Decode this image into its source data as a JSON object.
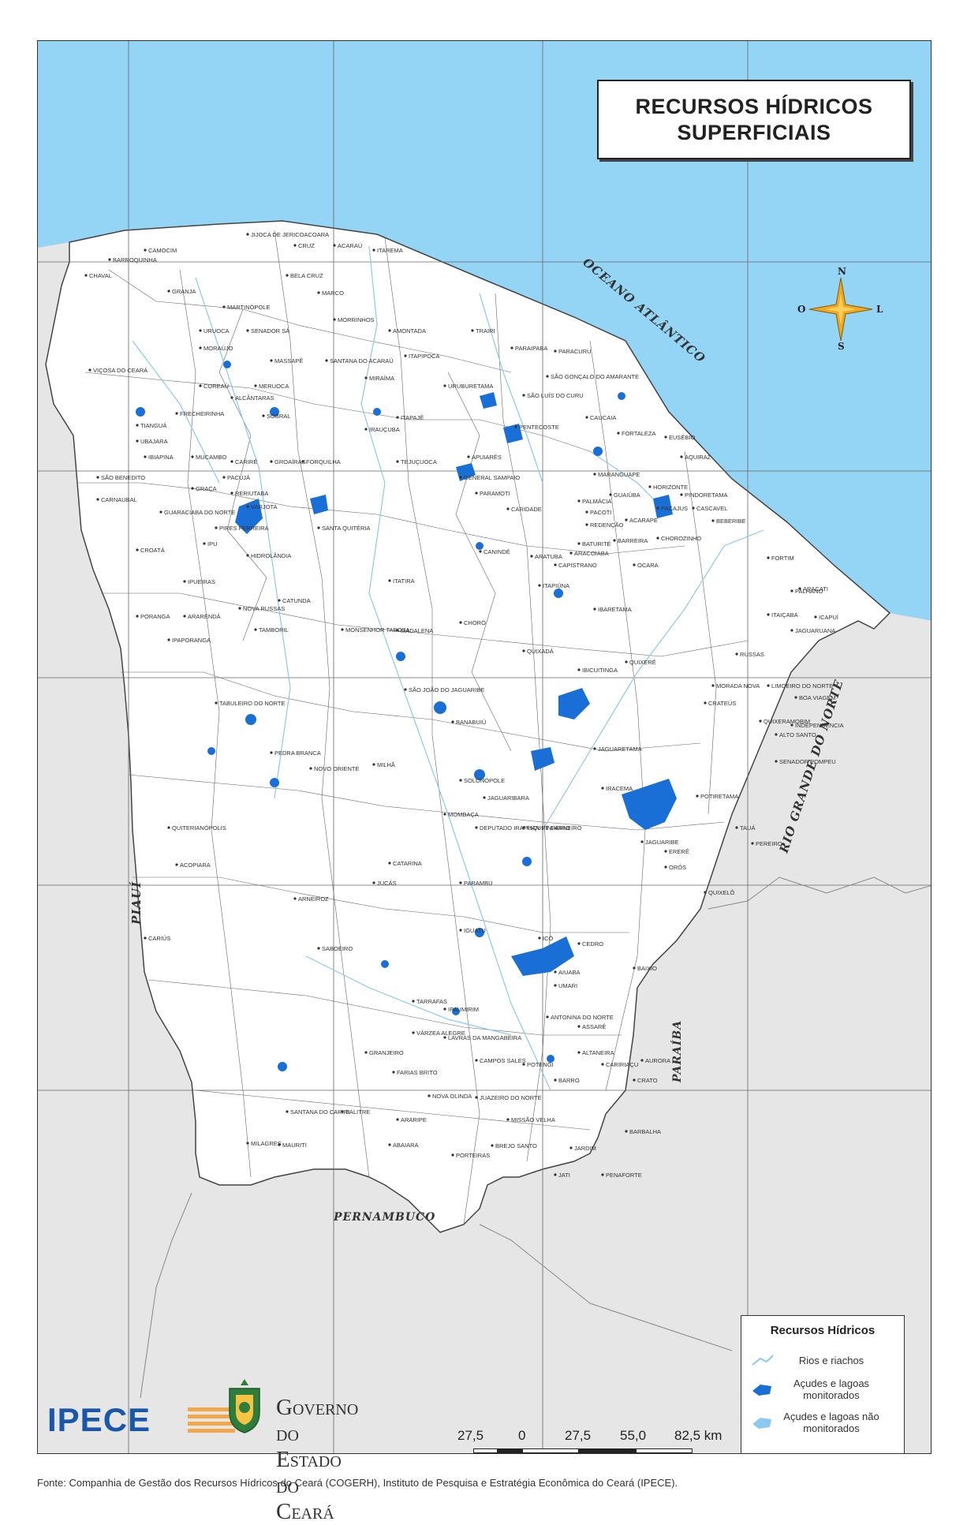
{
  "title": {
    "line1": "RECURSOS HÍDRICOS",
    "line2": "SUPERFICIAIS"
  },
  "compass": {
    "n": "N",
    "s": "S",
    "e": "L",
    "w": "O"
  },
  "regions": {
    "ocean": "OCEANO ATLÂNTICO",
    "piaui": "PIAUÍ",
    "rgn": "RIO GRANDE DO NORTE",
    "paraiba": "PARAÍBA",
    "pernambuco": "PERNAMBUCO"
  },
  "cities": [
    {
      "name": "CAMOCIM"
    },
    {
      "name": "JIJOCA DE JERICOACOARA"
    },
    {
      "name": "CRUZ"
    },
    {
      "name": "ACARAÚ"
    },
    {
      "name": "ITAREMA"
    },
    {
      "name": "BARROQUINHA"
    },
    {
      "name": "CHAVAL"
    },
    {
      "name": "BELA CRUZ"
    },
    {
      "name": "GRANJA"
    },
    {
      "name": "MARCO"
    },
    {
      "name": "MARTINÓPOLE"
    },
    {
      "name": "MORRINHOS"
    },
    {
      "name": "URUOCA"
    },
    {
      "name": "SENADOR SÁ"
    },
    {
      "name": "AMONTADA"
    },
    {
      "name": "TRAIRI"
    },
    {
      "name": "MORAÚJO"
    },
    {
      "name": "MASSAPÊ"
    },
    {
      "name": "SANTANA DO ACARAÚ"
    },
    {
      "name": "ITAPIPOCA"
    },
    {
      "name": "PARAIPABA"
    },
    {
      "name": "PARACURU"
    },
    {
      "name": "VIÇOSA DO CEARÁ"
    },
    {
      "name": "COREAÚ"
    },
    {
      "name": "MERUOCA"
    },
    {
      "name": "ALCÂNTARAS"
    },
    {
      "name": "MIRAÍMA"
    },
    {
      "name": "SÃO GONÇALO DO AMARANTE"
    },
    {
      "name": "SÃO LUÍS DO CURU"
    },
    {
      "name": "PENTECOSTE"
    },
    {
      "name": "CAUCAIA"
    },
    {
      "name": "FORTALEZA"
    },
    {
      "name": "TIANGUÁ"
    },
    {
      "name": "FRECHEIRINHA"
    },
    {
      "name": "SOBRAL"
    },
    {
      "name": "ITAPAJÉ"
    },
    {
      "name": "IRAUÇUBA"
    },
    {
      "name": "URUBURETAMA"
    },
    {
      "name": "UBAJARA"
    },
    {
      "name": "IBIAPINA"
    },
    {
      "name": "MUCAMBO"
    },
    {
      "name": "CARIRÉ"
    },
    {
      "name": "GROAÍRAS"
    },
    {
      "name": "FORQUILHA"
    },
    {
      "name": "TEJUÇUOCA"
    },
    {
      "name": "APUIARÉS"
    },
    {
      "name": "MARANGUAPE"
    },
    {
      "name": "EUSÉBIO"
    },
    {
      "name": "AQUIRAZ"
    },
    {
      "name": "SÃO BENEDITO"
    },
    {
      "name": "GRAÇA"
    },
    {
      "name": "PACUJÁ"
    },
    {
      "name": "RERIUTABA"
    },
    {
      "name": "GENERAL SAMPAIO"
    },
    {
      "name": "PARAMOTI"
    },
    {
      "name": "PALMÁCIA"
    },
    {
      "name": "GUAIÚBA"
    },
    {
      "name": "HORIZONTE"
    },
    {
      "name": "PINDORETAMA"
    },
    {
      "name": "CARNAUBAL"
    },
    {
      "name": "GUARACIABA DO NORTE"
    },
    {
      "name": "VARJOTA"
    },
    {
      "name": "PIRES FERREIRA"
    },
    {
      "name": "IPU"
    },
    {
      "name": "SANTA QUITÉRIA"
    },
    {
      "name": "CARIDADE"
    },
    {
      "name": "PACOTI"
    },
    {
      "name": "REDENÇÃO"
    },
    {
      "name": "ACARAPE"
    },
    {
      "name": "PACAJUS"
    },
    {
      "name": "CASCAVEL"
    },
    {
      "name": "BEBERIBE"
    },
    {
      "name": "BARREIRA"
    },
    {
      "name": "CHOROZINHO"
    },
    {
      "name": "CROATÁ"
    },
    {
      "name": "HIDROLÂNDIA"
    },
    {
      "name": "CANINDÉ"
    },
    {
      "name": "ARATUBA"
    },
    {
      "name": "ARACOIABA"
    },
    {
      "name": "BATURITÉ"
    },
    {
      "name": "CAPISTRANO"
    },
    {
      "name": "OCARA"
    },
    {
      "name": "FORTIM"
    },
    {
      "name": "IPUEIRAS"
    },
    {
      "name": "ITATIRA"
    },
    {
      "name": "ITAPIÚNA"
    },
    {
      "name": "ARACATI"
    },
    {
      "name": "CATUNDA"
    },
    {
      "name": "PORANGA"
    },
    {
      "name": "ARARENDÁ"
    },
    {
      "name": "NOVA RUSSAS"
    },
    {
      "name": "IBARETAMA"
    },
    {
      "name": "ICAPUÍ"
    },
    {
      "name": "ITAIÇABA"
    },
    {
      "name": "PALHANO"
    },
    {
      "name": "TAMBORIL"
    },
    {
      "name": "MONSENHOR TABOSA"
    },
    {
      "name": "MADALENA"
    },
    {
      "name": "CHORÓ"
    },
    {
      "name": "JAGUARUANA"
    },
    {
      "name": "IPAPORANGA"
    },
    {
      "name": "QUIXADÁ"
    },
    {
      "name": "RUSSAS"
    },
    {
      "name": "IBICUITINGA"
    },
    {
      "name": "QUIXERÉ"
    },
    {
      "name": "MORADA NOVA"
    },
    {
      "name": "LIMOEIRO DO NORTE"
    },
    {
      "name": "BOA VIAGEM"
    },
    {
      "name": "CRATEÚS"
    },
    {
      "name": "QUIXERAMOBIM"
    },
    {
      "name": "SÃO JOÃO DO JAGUARIBE"
    },
    {
      "name": "TABULEIRO DO NORTE"
    },
    {
      "name": "BANABUIÚ"
    },
    {
      "name": "INDEPENDÊNCIA"
    },
    {
      "name": "ALTO SANTO"
    },
    {
      "name": "PEDRA BRANCA"
    },
    {
      "name": "JAGUARETAMA"
    },
    {
      "name": "NOVO ORIENTE"
    },
    {
      "name": "SENADOR POMPEU"
    },
    {
      "name": "MILHÃ"
    },
    {
      "name": "SOLONÓPOLE"
    },
    {
      "name": "JAGUARIBARA"
    },
    {
      "name": "IRACEMA"
    },
    {
      "name": "POTIRETAMA"
    },
    {
      "name": "QUITERIANÓPOLIS"
    },
    {
      "name": "MOMBAÇA"
    },
    {
      "name": "DEPUTADO IRAPUAN PINHEIRO"
    },
    {
      "name": "PIQUET CARNEIRO"
    },
    {
      "name": "JAGUARIBE"
    },
    {
      "name": "ERERÊ"
    },
    {
      "name": "TAUÁ"
    },
    {
      "name": "PEREIRO"
    },
    {
      "name": "ACOPIARA"
    },
    {
      "name": "CATARINA"
    },
    {
      "name": "PARAMBU"
    },
    {
      "name": "ORÓS"
    },
    {
      "name": "QUIXELÔ"
    },
    {
      "name": "ARNEIROZ"
    },
    {
      "name": "IGUATU"
    },
    {
      "name": "ICÓ"
    },
    {
      "name": "JUCÁS"
    },
    {
      "name": "CARIÚS"
    },
    {
      "name": "CEDRO"
    },
    {
      "name": "SABOEIRO"
    },
    {
      "name": "AIUABA"
    },
    {
      "name": "UMARI"
    },
    {
      "name": "BAIXIO"
    },
    {
      "name": "TARRAFAS"
    },
    {
      "name": "IPAUMIRIM"
    },
    {
      "name": "ANTONINA DO NORTE"
    },
    {
      "name": "VÁRZEA ALEGRE"
    },
    {
      "name": "LAVRAS DA MANGABEIRA"
    },
    {
      "name": "ASSARÉ"
    },
    {
      "name": "GRANJEIRO"
    },
    {
      "name": "FARIAS BRITO"
    },
    {
      "name": "ALTANEIRA"
    },
    {
      "name": "CARIRIAÇU"
    },
    {
      "name": "AURORA"
    },
    {
      "name": "CAMPOS SALES"
    },
    {
      "name": "POTENGI"
    },
    {
      "name": "NOVA OLINDA"
    },
    {
      "name": "JUAZEIRO DO NORTE"
    },
    {
      "name": "BARRO"
    },
    {
      "name": "CRATO"
    },
    {
      "name": "SANTANA DO CARIRI"
    },
    {
      "name": "SALITRE"
    },
    {
      "name": "ARARIPE"
    },
    {
      "name": "MISSÃO VELHA"
    },
    {
      "name": "BARBALHA"
    },
    {
      "name": "MILAGRES"
    },
    {
      "name": "MAURITI"
    },
    {
      "name": "ABAIARA"
    },
    {
      "name": "BREJO SANTO"
    },
    {
      "name": "PORTEIRAS"
    },
    {
      "name": "JARDIM"
    },
    {
      "name": "JATI"
    },
    {
      "name": "PENAFORTE"
    }
  ],
  "legend": {
    "title": "Recursos Hídricos",
    "items": [
      {
        "label": "Rios e riachos",
        "color": "#8cc8f0"
      },
      {
        "label": "Açudes e lagoas monitorados",
        "color": "#1a6fd6"
      },
      {
        "label": "Açudes e lagoas não monitorados",
        "color": "#8cc8f0"
      }
    ]
  },
  "scale": {
    "labels": [
      "27,5",
      "0",
      "27,5",
      "55,0",
      "82,5 km"
    ]
  },
  "logos": {
    "ipece": "IPECE",
    "gov_line1": "Governo do",
    "gov_line2": "Estado do Ceará"
  },
  "colors": {
    "ocean": "#94d4f4",
    "land": "#ffffff",
    "outside": "#e6e6e6",
    "reservoir": "#1a6fd6",
    "river": "#8cc8f0"
  },
  "footer": "Fonte: Companhia de Gestão dos Recursos Hídricos do Ceará (COGERH), Instituto de Pesquisa e Estratégia Econômica do Ceará (IPECE)."
}
